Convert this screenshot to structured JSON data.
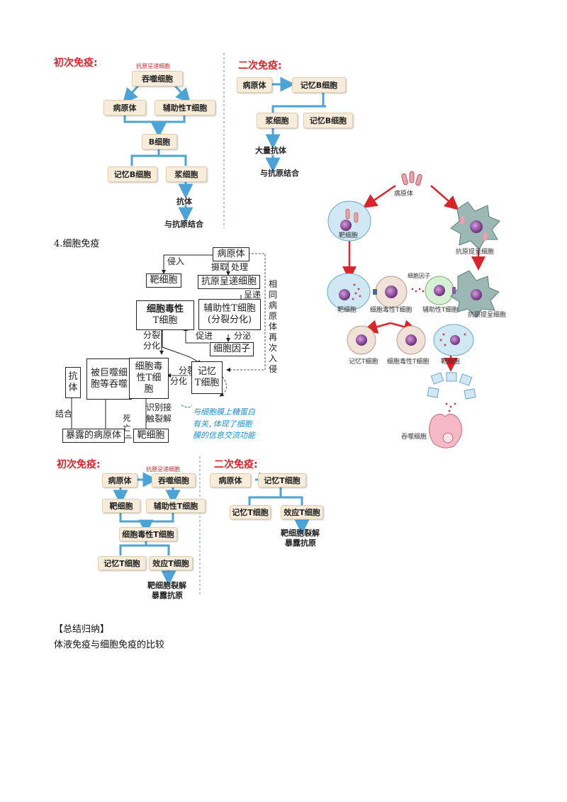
{
  "humoral": {
    "primary_title": "初次免疫:",
    "apc_note": "抗原呈递细胞",
    "phagocyte": "吞噬细胞",
    "pathogen": "病原体",
    "helper_t": "辅助性T细胞",
    "b_cell": "B细胞",
    "memory_b": "记忆B细胞",
    "plasma": "浆细胞",
    "antibody": "抗体",
    "bind_antigen": "与抗原结合",
    "secondary_title": "二次免疫:",
    "sec_pathogen": "病原体",
    "sec_memory_b": "记忆B细胞",
    "sec_plasma": "浆细胞",
    "sec_memory_b2": "记忆B细胞",
    "sec_many_antibody": "大量抗体",
    "sec_bind_antigen": "与抗原结合"
  },
  "section_heading": "4.细胞免疫",
  "cellular_diagram": {
    "pathogen": "病原体",
    "invade": "侵入",
    "uptake": "摄取",
    "process": "处理",
    "target_cell": "靶细胞",
    "apc": "抗原呈递细胞",
    "present": "呈递",
    "cytotoxic_t_line1": "细胞毒性",
    "cytotoxic_t_line2": "T细胞",
    "helper_t_line1": "辅助性T细胞",
    "helper_t_line2": "(分裂分化)",
    "promote": "促进",
    "secrete": "分泌",
    "cytokine": "细胞因子",
    "divide_diff_1a": "分裂",
    "divide_diff_1b": "分化",
    "same_pathogen_reinvade": "相同病原体再次入侵",
    "antibody": "抗体",
    "phagocytosed": "被巨噬细胞等吞噬",
    "cytotoxic2": "细胞毒性T细胞",
    "divide_diff_2a": "分裂",
    "divide_diff_2b": "分化",
    "memory_t_line1": "记忆",
    "memory_t_line2": "T细胞",
    "combine": "结合",
    "recognize_a": "识别接",
    "recognize_b": "触裂解",
    "death": "死亡",
    "exposed_pathogen": "暴露的病原体",
    "target_cell2": "靶细胞",
    "note_line1": "与细胞膜上糖蛋白",
    "note_line2": "有关,体现了细胞",
    "note_line3": "膜的信息交流功能"
  },
  "illustration": {
    "pathogen": "病原体",
    "target_cell": "靶细胞",
    "apc": "抗原提呈细胞",
    "cytokine": "细胞因子",
    "target_cell_b": "靶细胞",
    "cytotoxic_t": "细胞毒性T细胞",
    "helper_t": "辅助性T细胞",
    "apc_b": "抗原提呈细胞",
    "memory_t": "记忆T细胞",
    "cytotoxic_t_b": "细胞毒性T细胞",
    "target_cell_c": "靶细胞",
    "phagocyte": "吞噬细胞"
  },
  "cellular_flow": {
    "primary_title": "初次免疫:",
    "apc_note": "抗原呈递细胞",
    "pathogen": "病原体",
    "phagocyte": "吞噬细胞",
    "target_cell": "靶细胞",
    "helper_t": "辅助性T细胞",
    "cytotoxic_t": "细胞毒性T细胞",
    "memory_t": "记忆T细胞",
    "effector_t": "效应T细胞",
    "lysis_line1": "靶细胞裂解",
    "lysis_line2": "暴露抗原",
    "secondary_title": "二次免疫:",
    "sec_pathogen": "病原体",
    "sec_memory_t": "记忆T细胞",
    "sec_memory_t2": "记忆T细胞",
    "sec_effector_t": "效应T细胞",
    "sec_lysis_line1": "靶细胞裂解",
    "sec_lysis_line2": "暴露抗原"
  },
  "summary": {
    "heading": "【总结归纳】",
    "subheading": "体液免疫与细胞免疫的比较"
  },
  "colors": {
    "title_red": "#d9242a",
    "arrow_blue": "#4ba3d6",
    "box_fill": "#f7ecd9",
    "note_blue": "#1a8fcf"
  }
}
